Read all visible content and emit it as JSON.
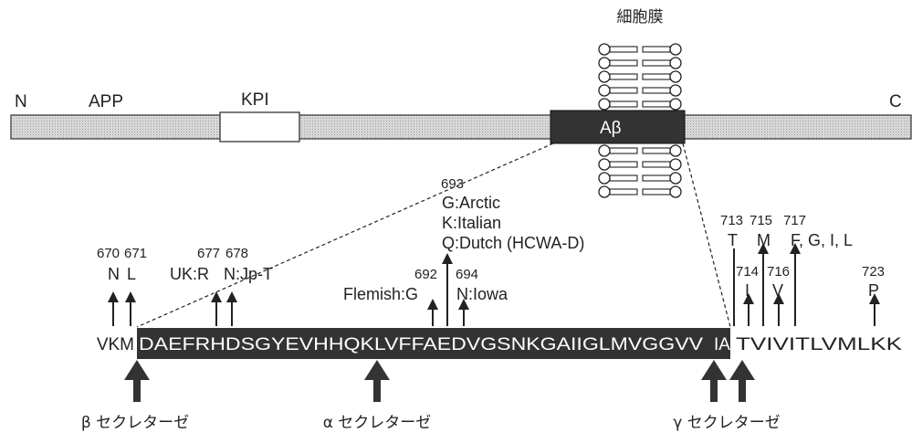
{
  "protein": {
    "n_label": "N",
    "c_label": "C",
    "app_label": "APP",
    "kpi_label": "KPI",
    "abeta_label": "Aβ",
    "membrane_label": "細胞膜",
    "bar_color": "#d2d2d2",
    "abeta_color": "#333333"
  },
  "sequence": {
    "left_flank": "VKM",
    "abeta": "DAEFRHDSGYEVHHQKLVFFAEDVGSNKGAIIGLMVGGVV",
    "abeta_tail": "IA",
    "right_flank": "TVIVITLVMLKK"
  },
  "mutations": {
    "m670": {
      "num": "670",
      "aa": "N"
    },
    "m671": {
      "num": "671",
      "aa": "L"
    },
    "m677": {
      "num": "677",
      "aa": "UK:R"
    },
    "m678": {
      "num": "678",
      "aa": "N:Jp-T"
    },
    "m692": {
      "num": "692",
      "aa": "Flemish:G"
    },
    "m693": {
      "num": "693",
      "lines": [
        "G:Arctic",
        "K:Italian",
        "Q:Dutch (HCWA-D)"
      ]
    },
    "m694": {
      "num": "694",
      "aa": "N:Iowa"
    },
    "m713": {
      "num": "713",
      "aa": "T"
    },
    "m714": {
      "num": "714",
      "aa": "I"
    },
    "m715": {
      "num": "715",
      "aa": "M"
    },
    "m716": {
      "num": "716",
      "aa": "V"
    },
    "m717": {
      "num": "717",
      "aa": "F, G, I, L"
    },
    "m723": {
      "num": "723",
      "aa": "P"
    }
  },
  "secretases": {
    "beta": "β セクレターゼ",
    "alpha": "α セクレターゼ",
    "gamma": "γ セクレターゼ"
  }
}
